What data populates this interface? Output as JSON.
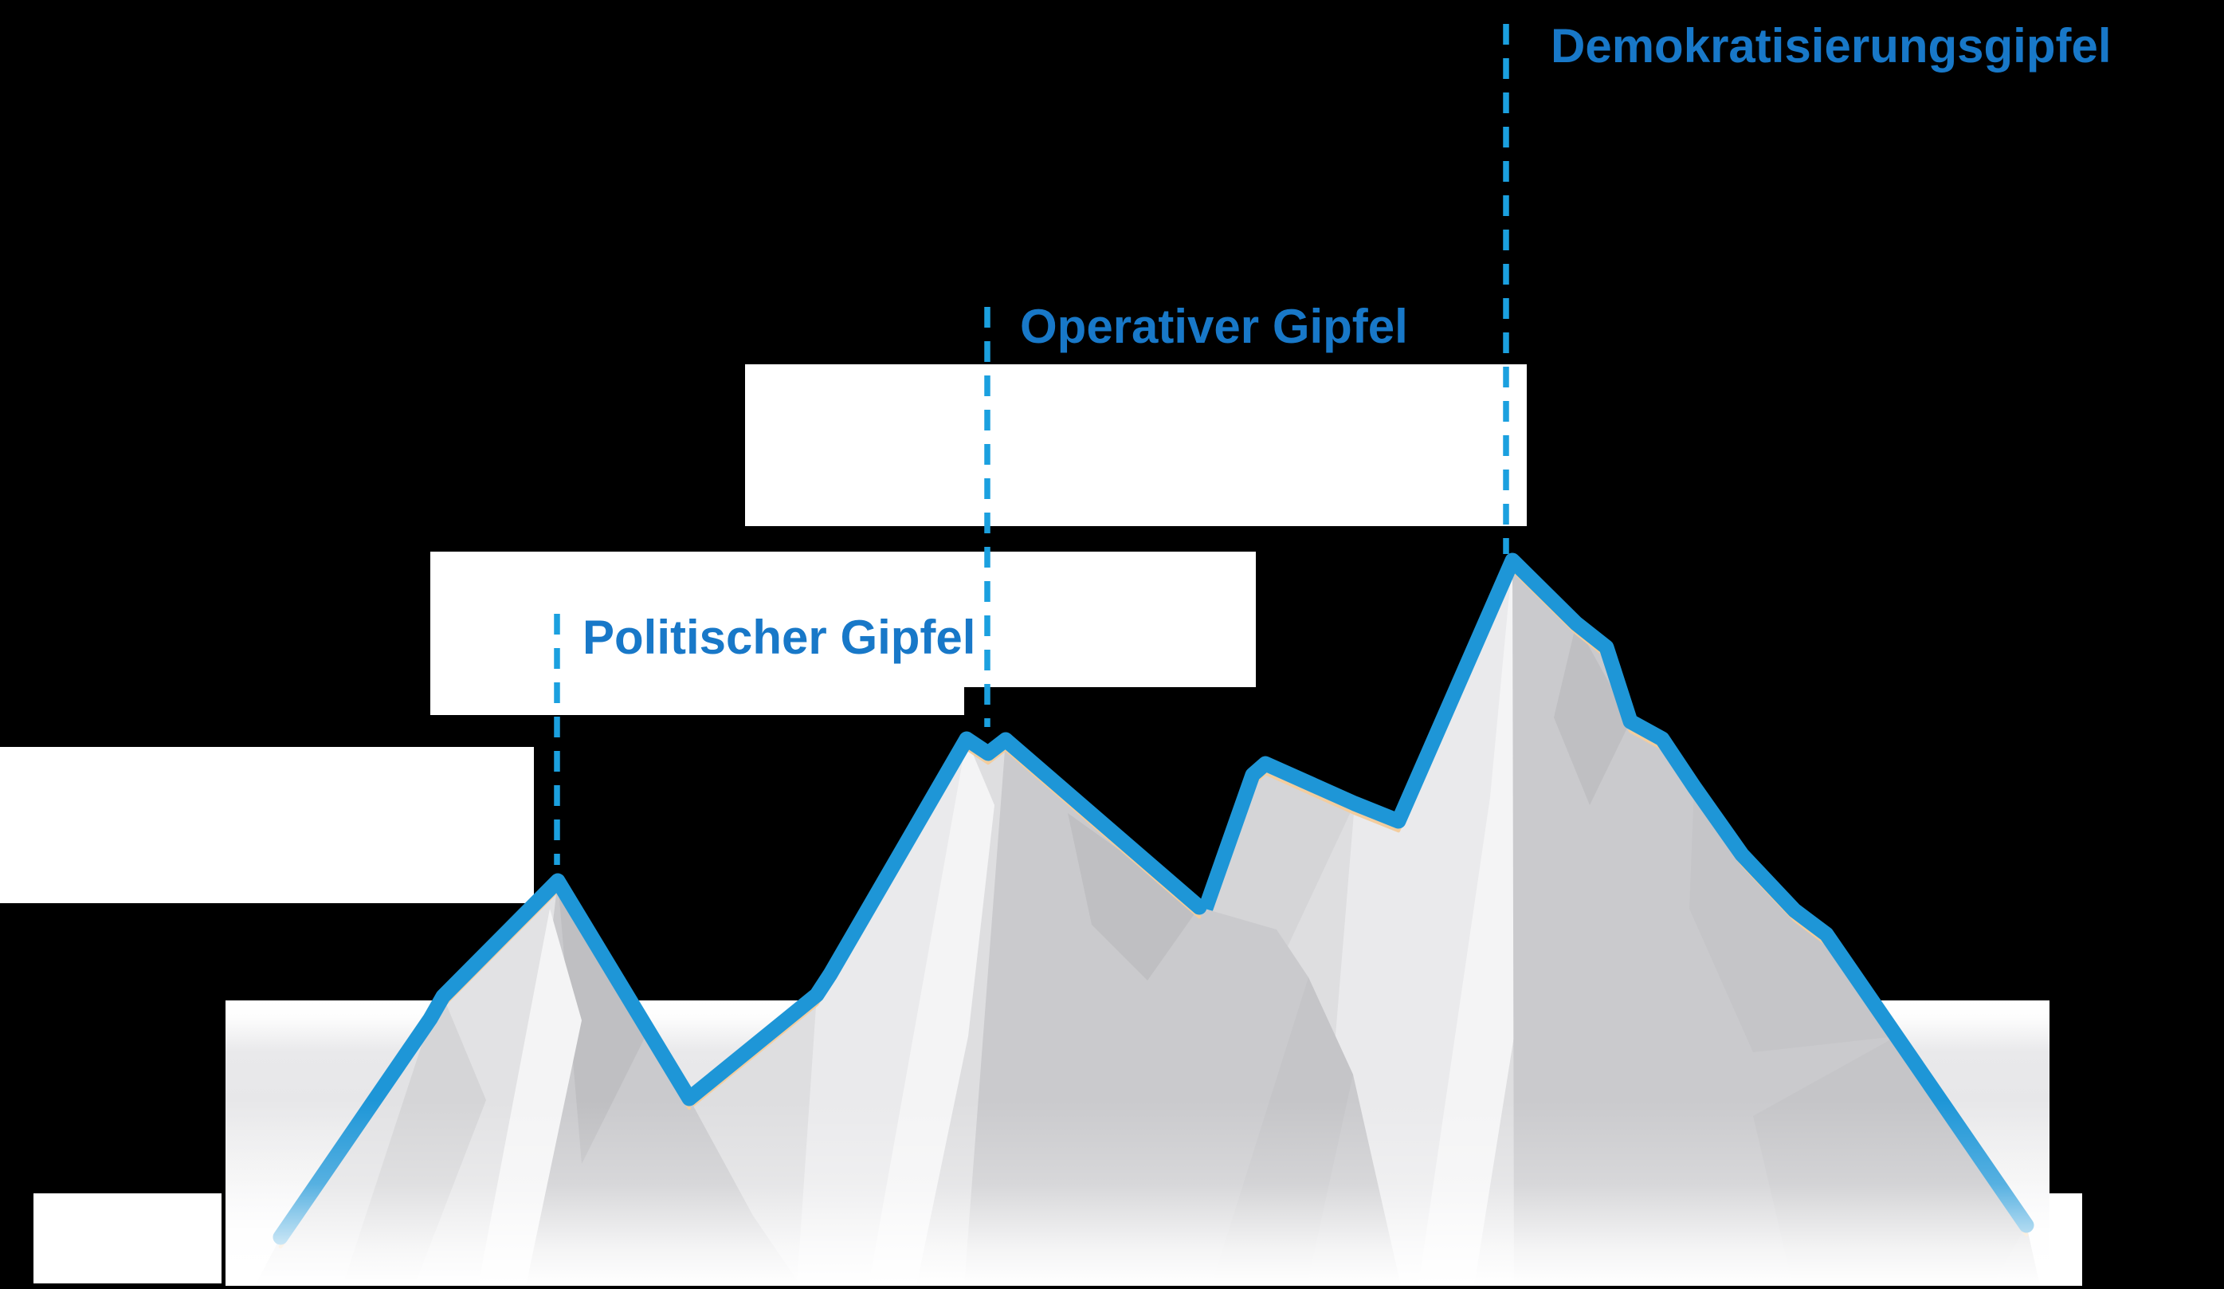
{
  "labels": {
    "peak1": "Politischer Gipfel",
    "peak2": "Operativer Gipfel",
    "peak3": "Demokratisierungsgipfel"
  },
  "peaks": [
    {
      "name": "politischer-gipfel",
      "label": "Politischer Gipfel",
      "height_rank": 3
    },
    {
      "name": "operativer-gipfel",
      "label": "Operativer Gipfel",
      "height_rank": 2
    },
    {
      "name": "demokratisierungsgipfel",
      "label": "Demokratisierungsgipfel",
      "height_rank": 1
    }
  ],
  "colors": {
    "background": "#000000",
    "label_text": "#1878C8",
    "dash_blue": "#1BA0DF",
    "ridge_blue": "#1E96D7",
    "ridge_peach": "#F3CD9E",
    "box_white": "#FFFFFF",
    "m_base": "#DEDEE0",
    "m_light1": "#EAEAEC",
    "m_light2": "#E2E2E4",
    "m_mid1": "#CACACD",
    "m_mid2": "#D5D5D7",
    "m_dark1": "#BFBFC2",
    "m_dark2": "#C5C5C8",
    "m_snow": "#F4F4F5"
  }
}
